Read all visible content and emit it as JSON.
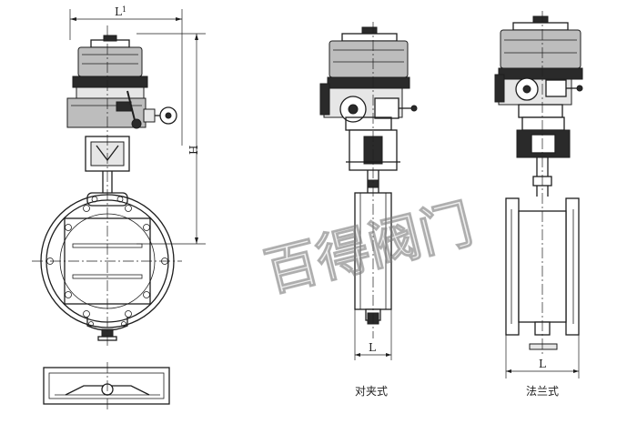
{
  "dimensions": {
    "width_top": "L",
    "width_top_subscript": "1",
    "height": "H",
    "length_wafer": "L",
    "length_flange": "L"
  },
  "labels": {
    "wafer_type": "对夹式",
    "flange_type": "法兰式"
  },
  "watermark": {
    "text": "百得阀门"
  }
}
